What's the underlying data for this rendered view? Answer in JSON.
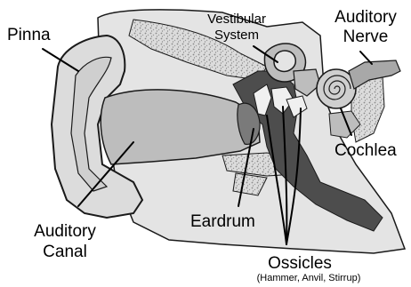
{
  "labels": {
    "pinna": "Pinna",
    "vestibular_line1": "Vestibular",
    "vestibular_line2": "System",
    "auditory_nerve_line1": "Auditory",
    "auditory_nerve_line2": "Nerve",
    "cochlea": "Cochlea",
    "eardrum": "Eardrum",
    "auditory_canal_line1": "Auditory",
    "auditory_canal_line2": "Canal",
    "ossicles": "Ossicles",
    "ossicles_detail": "(Hammer, Anvil, Stirrup)"
  },
  "colors": {
    "outline": "#1a1a1a",
    "skin_light": "#e6e6e6",
    "skin_mid": "#cfcfcf",
    "canal": "#bdbdbd",
    "bone_texture": "#8a8a8a",
    "middle_ear_dark": "#4d4d4d",
    "nerve": "#a8a8a8"
  }
}
